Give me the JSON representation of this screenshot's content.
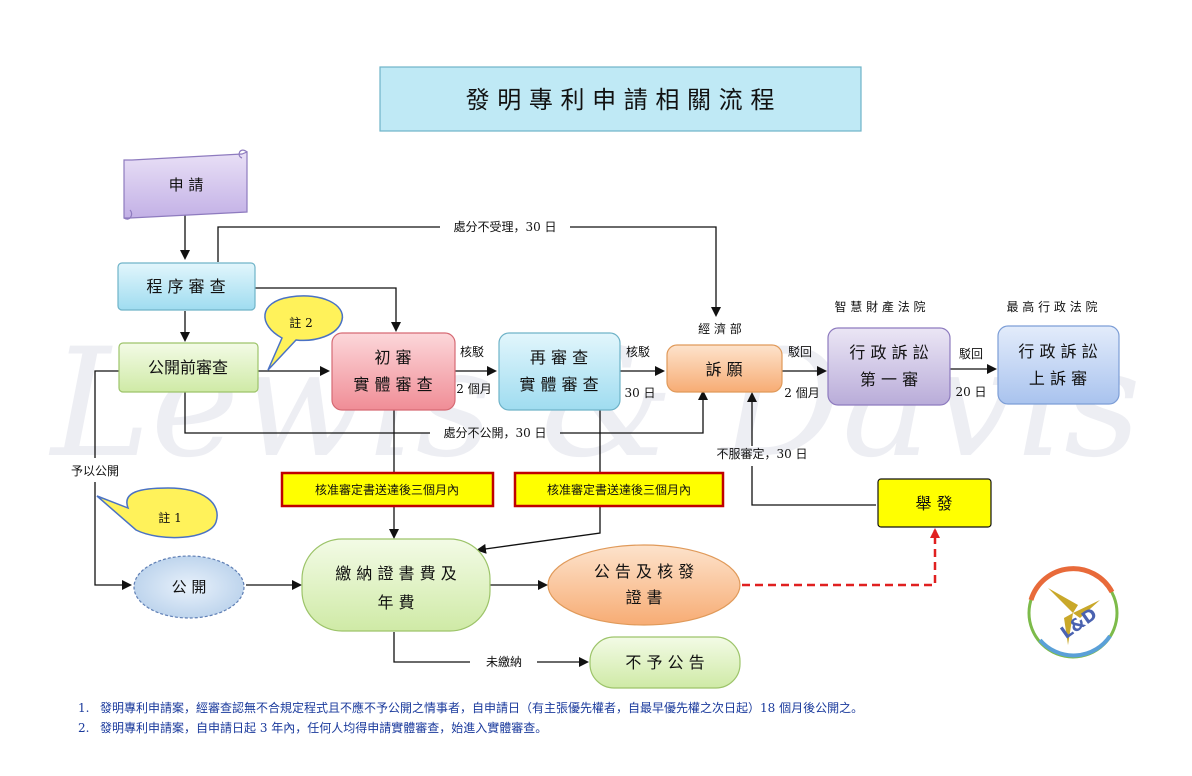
{
  "title": "發 明 專 利 申 請 相 關 流 程",
  "watermark": "Lewis & Davis",
  "logo_text": "L&D",
  "nodes": {
    "apply": "申 請",
    "procedure_review": "程 序 審 查",
    "pre_pub_review_1": "公開前審查",
    "first_exam_l1": "初 審",
    "first_exam_l2": "實 體 審 查",
    "re_exam_l1": "再 審 查",
    "re_exam_l2": "實 體 審 查",
    "petition": "訴 願",
    "admin_first_l1": "行 政 訴 訟",
    "admin_first_l2": "第 一 審",
    "admin_appeal_l1": "行 政 訴 訟",
    "admin_appeal_l2": "上 訴 審",
    "publish": "公 開",
    "pay_fee_l1": "繳 納 證 書 費 及",
    "pay_fee_l2": "年 費",
    "announce_l1": "公 告 及 核 發",
    "announce_l2": "證 書",
    "no_announce": "不 予 公 告",
    "report": "舉 發"
  },
  "callouts": {
    "note2": "註 2",
    "note1": "註 1"
  },
  "labels": {
    "ministry": "經 濟 部",
    "ip_court": "智 慧 財 產 法 院",
    "supreme_admin": "最 高 行 政 法 院",
    "reject_30": "處分不受理，30 日",
    "no_publish_30": "處分不公開，30 日",
    "give_publish": "予以公開",
    "reject_a": "核駁",
    "months_2a": "2 個月",
    "reject_b": "核駁",
    "days_30b": "30 日",
    "dismiss_a": "駁回",
    "months_2b": "2 個月",
    "dismiss_b": "駁回",
    "days_20": "20 日",
    "disagree_30": "不服審定，30 日",
    "not_paid": "未繳納",
    "approval_box_1": "核准審定書送達後三個月內",
    "approval_box_2": "核准審定書送達後三個月內"
  },
  "notes": [
    {
      "num": "1.",
      "text": "發明專利申請案，經審查認無不合規定程式且不應不予公開之情事者，自申請日（有主張優先權者，自最早優先權之次日起）18 個月後公開之。"
    },
    {
      "num": "2.",
      "text": "發明專利申請案，自申請日起 3 年內，任何人均得申請實體審查，始進入實體審查。"
    }
  ],
  "colors": {
    "title_fill": "#bfe9f5",
    "apply_fill": "#d7c9ee",
    "cyan_fill": "#c7ecf8",
    "green_fill": "#e6f5cc",
    "pink_fill": "#f7b7bd",
    "orange_fill": "#fbcfa9",
    "purple_fill": "#d6cdea",
    "blue_fill": "#c8daf5",
    "yellow": "#ffff00",
    "callout_yellow": "#fff25a",
    "red": "#e02020",
    "notes_blue": "#1a3a9c"
  }
}
